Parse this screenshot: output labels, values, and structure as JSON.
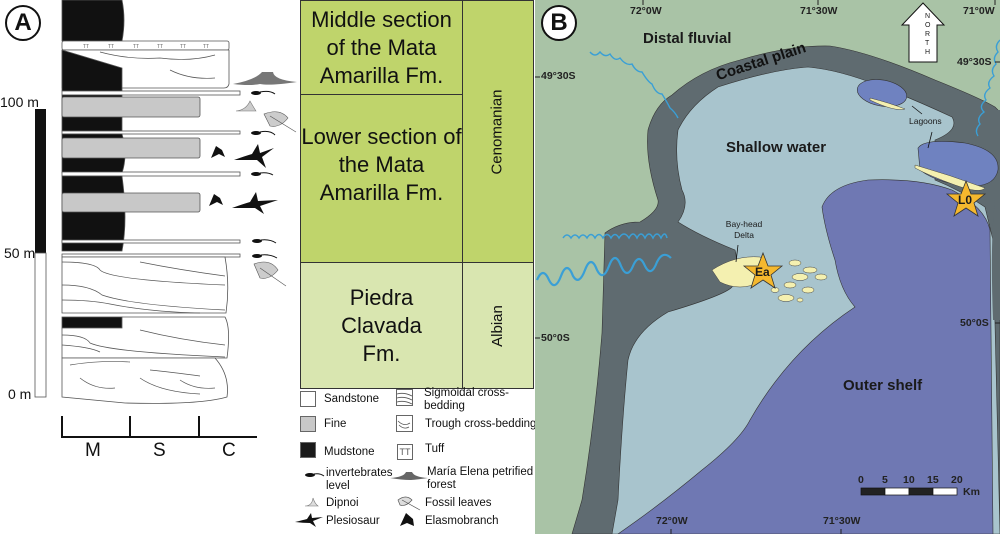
{
  "panel_a": {
    "letter": "A",
    "scale_labels": [
      "100 m",
      "50 m",
      "0 m"
    ],
    "grain_axis": [
      "M",
      "S",
      "C"
    ]
  },
  "table": {
    "rows": [
      {
        "unit": "Middle section of the Mata Amarilla Fm."
      },
      {
        "unit": "Lower section of the Mata Amarilla Fm."
      },
      {
        "unit": "Piedra Clavada Fm."
      }
    ],
    "stages": [
      "Cenomanian",
      "Albian"
    ],
    "colors": {
      "cenomanian": "#bfd46b",
      "albian": "#d9e6b0"
    }
  },
  "legend": {
    "items": [
      {
        "label": "Sandstone",
        "icon": "sandstone-swatch"
      },
      {
        "label": "Sigmoidal cross-bedding",
        "icon": "sigmoidal-icon"
      },
      {
        "label": "Fine",
        "icon": "fine-swatch"
      },
      {
        "label": "Trough cross-bedding",
        "icon": "trough-icon"
      },
      {
        "label": "Mudstone",
        "icon": "mudstone-swatch"
      },
      {
        "label": "Tuff",
        "icon": "tuff-icon"
      },
      {
        "label": "invertebrates level",
        "icon": "invertebrate-icon"
      },
      {
        "label": "María Elena petrified forest",
        "icon": "petrified-forest-icon"
      },
      {
        "label": "Dipnoi",
        "icon": "dipnoi-icon"
      },
      {
        "label": "Fossil leaves",
        "icon": "leaf-icon"
      },
      {
        "label": "Plesiosaur",
        "icon": "plesiosaur-icon"
      },
      {
        "label": "Elasmobranch",
        "icon": "elasmobranch-icon"
      }
    ]
  },
  "panel_b": {
    "letter": "B",
    "regions": {
      "distal_fluvial": "Distal fluvial",
      "coastal_plain": "Coastal plain",
      "shallow_water": "Shallow water",
      "outer_shelf": "Outer shelf",
      "lagoons": "Lagoons",
      "bay_head_delta": "Bay-head Delta"
    },
    "sites": [
      "Ea",
      "L0"
    ],
    "north": "NORTH",
    "longitudes_top": [
      "72°0W",
      "71°30W",
      "71°0W"
    ],
    "longitudes_bottom": [
      "72°0W",
      "71°30W"
    ],
    "latitudes_left": [
      "49°30S",
      "50°0S"
    ],
    "latitudes_right": [
      "49°30S",
      "50°0S"
    ],
    "scale_ticks": [
      "0",
      "5",
      "10",
      "15",
      "20"
    ],
    "scale_unit": "Km",
    "colors": {
      "distal_fluvial": "#a9c3a6",
      "coastal_plain": "#5f6b70",
      "shallow_water": "#a8c4cd",
      "outer_shelf": "#6f78b3",
      "lagoon": "#6f82c0",
      "delta": "#f4f0b0",
      "river": "#3a9fd6",
      "star": "#f5b82e"
    }
  }
}
